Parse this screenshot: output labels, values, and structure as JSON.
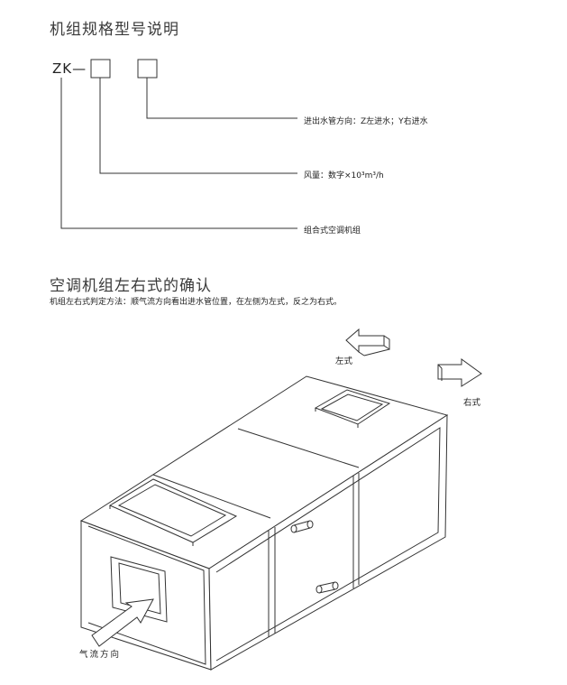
{
  "section1": {
    "title": "机组规格型号说明",
    "code_prefix": "ZK—",
    "desc_1": "进出水管方向：Z左进水；Y右进水",
    "desc_2": "风量：数字×10³m³/h",
    "desc_3": "组合式空调机组"
  },
  "section2": {
    "title": "空调机组左右式的确认",
    "subtitle": "机组左右式判定方法：顺气流方向看出进水管位置，在左侧为左式，反之为右式。",
    "label_left": "左式",
    "label_right": "右式",
    "label_airflow": "气流方向"
  },
  "colors": {
    "line": "#333333",
    "text": "#222222"
  }
}
